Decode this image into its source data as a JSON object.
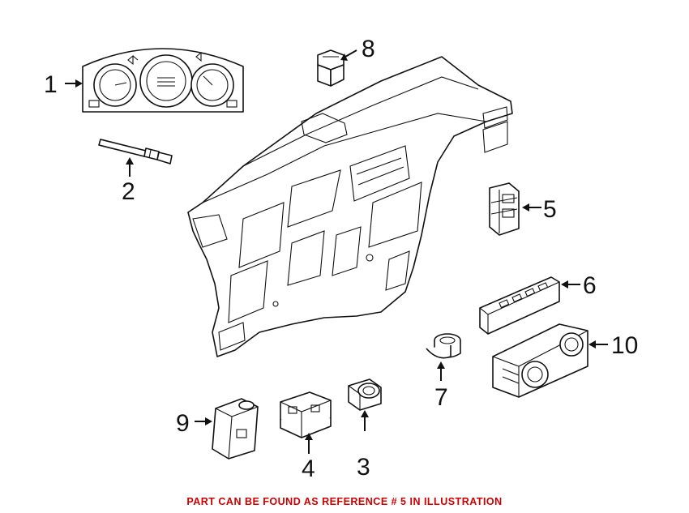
{
  "diagram": {
    "callouts": [
      {
        "id": "1",
        "label": "1"
      },
      {
        "id": "2",
        "label": "2"
      },
      {
        "id": "3",
        "label": "3"
      },
      {
        "id": "4",
        "label": "4"
      },
      {
        "id": "5",
        "label": "5"
      },
      {
        "id": "6",
        "label": "6"
      },
      {
        "id": "7",
        "label": "7"
      },
      {
        "id": "8",
        "label": "8"
      },
      {
        "id": "9",
        "label": "9"
      },
      {
        "id": "10",
        "label": "10"
      }
    ],
    "footer_note": "PART CAN BE FOUND AS REFERENCE # 5 IN ILLUSTRATION",
    "colors": {
      "line": "#111111",
      "note": "#cc0000",
      "background": "#ffffff"
    }
  }
}
